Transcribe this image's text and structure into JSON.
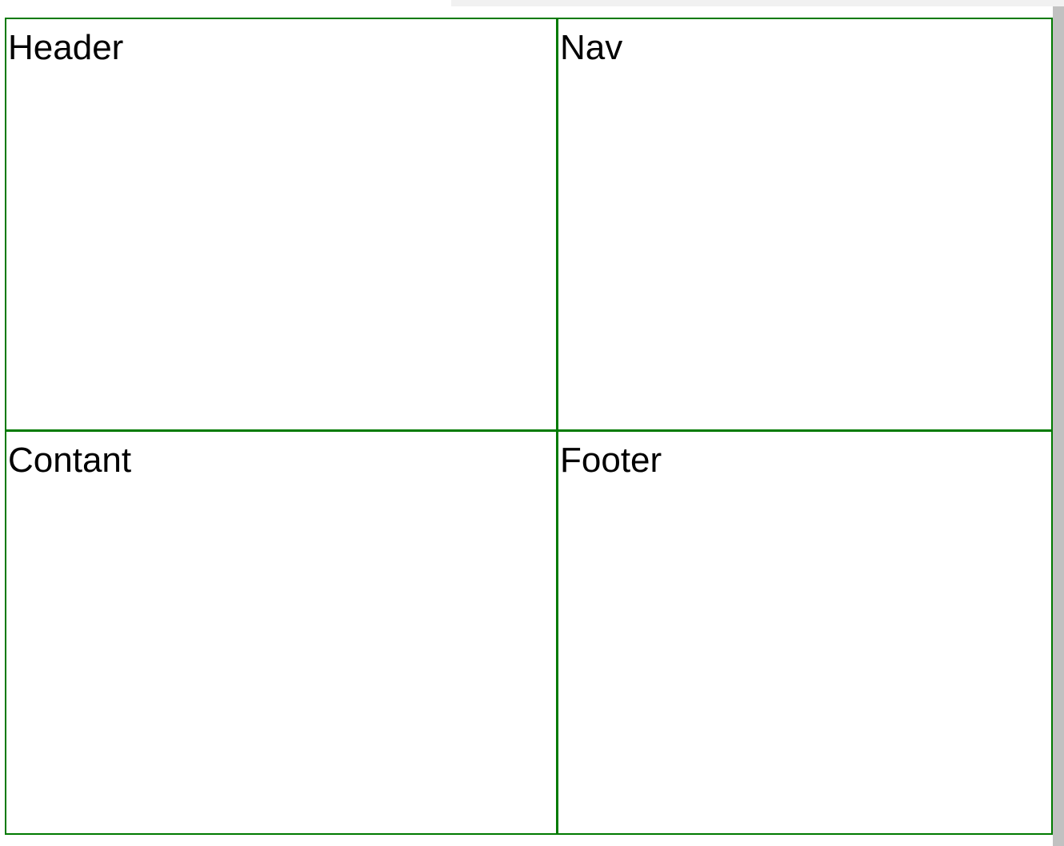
{
  "layout_cells": {
    "header": "Header",
    "nav": "Nav",
    "content": "Contant",
    "footer": "Footer"
  },
  "colors": {
    "border": "#007a00",
    "text": "#000000",
    "background": "#ffffff"
  }
}
